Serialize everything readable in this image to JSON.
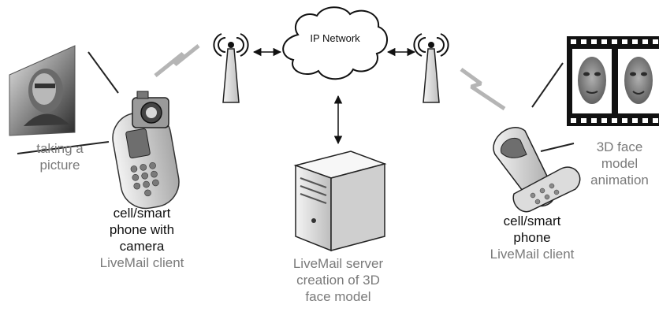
{
  "network": {
    "cloud_label": "IP Network"
  },
  "left_client": {
    "action_lines": [
      "taking a",
      "picture"
    ],
    "device_lines": [
      "cell/smart",
      "phone with",
      "camera"
    ],
    "role": "LiveMail client"
  },
  "server": {
    "lines": [
      "LiveMail server",
      "creation of 3D",
      "face model"
    ]
  },
  "right_client": {
    "device_lines": [
      "cell/smart",
      "phone"
    ],
    "role": "LiveMail client",
    "action_lines": [
      "3D face",
      "model",
      "animation"
    ]
  },
  "colors": {
    "primary_text": "#111111",
    "secondary_text": "#7a7a7a",
    "lines": "#222222"
  }
}
